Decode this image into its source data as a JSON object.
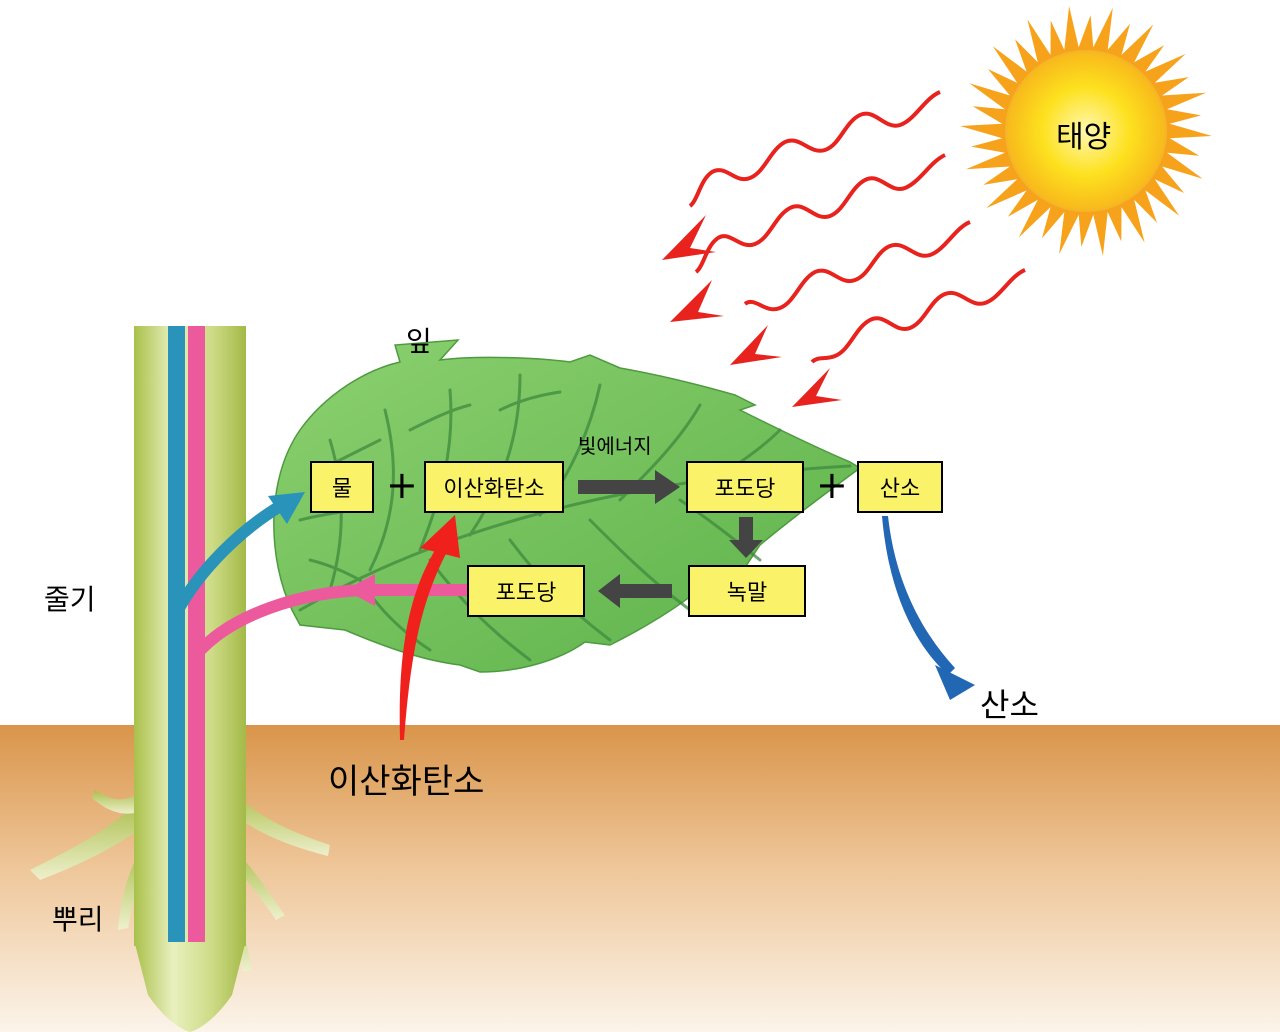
{
  "labels": {
    "sun": "태양",
    "leaf": "잎",
    "stem": "줄기",
    "root": "뿌리",
    "oxygen_out": "산소",
    "co2_in": "이산화탄소",
    "light_energy": "빛에너지"
  },
  "boxes": {
    "water": "물",
    "co2": "이산화탄소",
    "glucose": "포도당",
    "oxygen": "산소",
    "starch": "녹말",
    "glucose2": "포도당"
  },
  "symbols": {
    "plus": "+"
  },
  "colors": {
    "sky": "#ffffff",
    "soil_top": "#d9954a",
    "soil_bottom": "#fbf4ea",
    "leaf": "#6cbf55",
    "leaf_vein": "#3f8a3e",
    "box_fill": "#faf36a",
    "water_path": "#2a93b9",
    "sugar_path": "#ec5a9d",
    "co2_arrow": "#f0211c",
    "light_ray": "#e8221d",
    "oxygen_arrow": "#2167b3",
    "process_arrow": "#444444",
    "sun_core": "#fde11e",
    "sun_rays": "#f7a21b"
  }
}
